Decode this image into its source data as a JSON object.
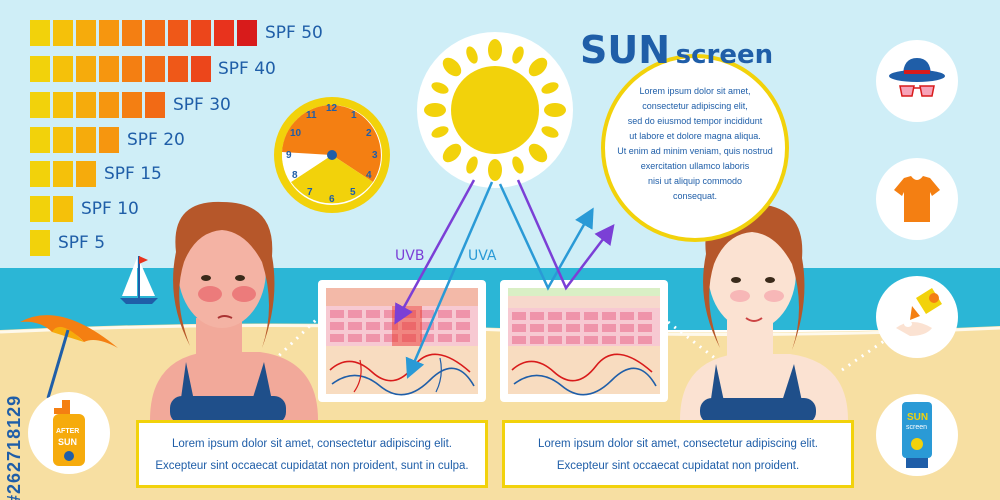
{
  "spf_levels": [
    {
      "label": "SPF 50",
      "cells": 10
    },
    {
      "label": "SPF 40",
      "cells": 8
    },
    {
      "label": "SPF 30",
      "cells": 6
    },
    {
      "label": "SPF 20",
      "cells": 4
    },
    {
      "label": "SPF 15",
      "cells": 3
    },
    {
      "label": "SPF 10",
      "cells": 2
    },
    {
      "label": "SPF 5",
      "cells": 1
    }
  ],
  "title": {
    "big": "SUN",
    "small": "screen"
  },
  "circle_text": [
    "Lorem ipsum dolor sit amet,",
    "consectetur adipiscing elit,",
    "sed do eiusmod tempor incididunt",
    "ut  labore et dolore magna aliqua.",
    "Ut enim ad minim veniam, quis nostrud",
    "exercitation ullamco laboris",
    "nisi ut aliquip commodo",
    "consequat."
  ],
  "rays": {
    "uvb": "UVB",
    "uva": "UVA"
  },
  "clock_numbers": [
    "12",
    "1",
    "2",
    "3",
    "4",
    "5",
    "6",
    "7",
    "8",
    "9",
    "10",
    "11"
  ],
  "left_box": {
    "line1": "Lorem ipsum dolor sit amet, consectetur adipiscing elit.",
    "line2": "Excepteur sint occaecat cupidatat non proident, sunt in culpa."
  },
  "right_box": {
    "line1": "Lorem ipsum dolor sit amet, consectetur adipiscing elit.",
    "line2": "Excepteur sint occaecat cupidatat non proident."
  },
  "after_sun_label": [
    "AFTER",
    "SUN"
  ],
  "sunscreen_tube_label": [
    "SUN",
    "screen"
  ],
  "watermark": "#262718129",
  "colors": {
    "sky": "#cfeef7",
    "sea": "#2bb6d6",
    "sand": "#f7dfa2",
    "accent_yellow": "#f2d20b",
    "text_blue": "#1f5ea8",
    "uvb": "#7b3fd6",
    "uva": "#2a9ad6",
    "spf_scale": [
      "#f2d20b",
      "#f5c10a",
      "#f6ab0c",
      "#f6960f",
      "#f47f12",
      "#f26a15",
      "#ef5818",
      "#ec461b",
      "#e8331d",
      "#d81b1b"
    ]
  },
  "icons": [
    "sun-icon",
    "clock-icon",
    "sailboat-icon",
    "beach-umbrella-icon",
    "hat-sunglasses-icon",
    "tshirt-icon",
    "applying-cream-icon",
    "sunscreen-tube-icon",
    "after-sun-bottle-icon"
  ]
}
